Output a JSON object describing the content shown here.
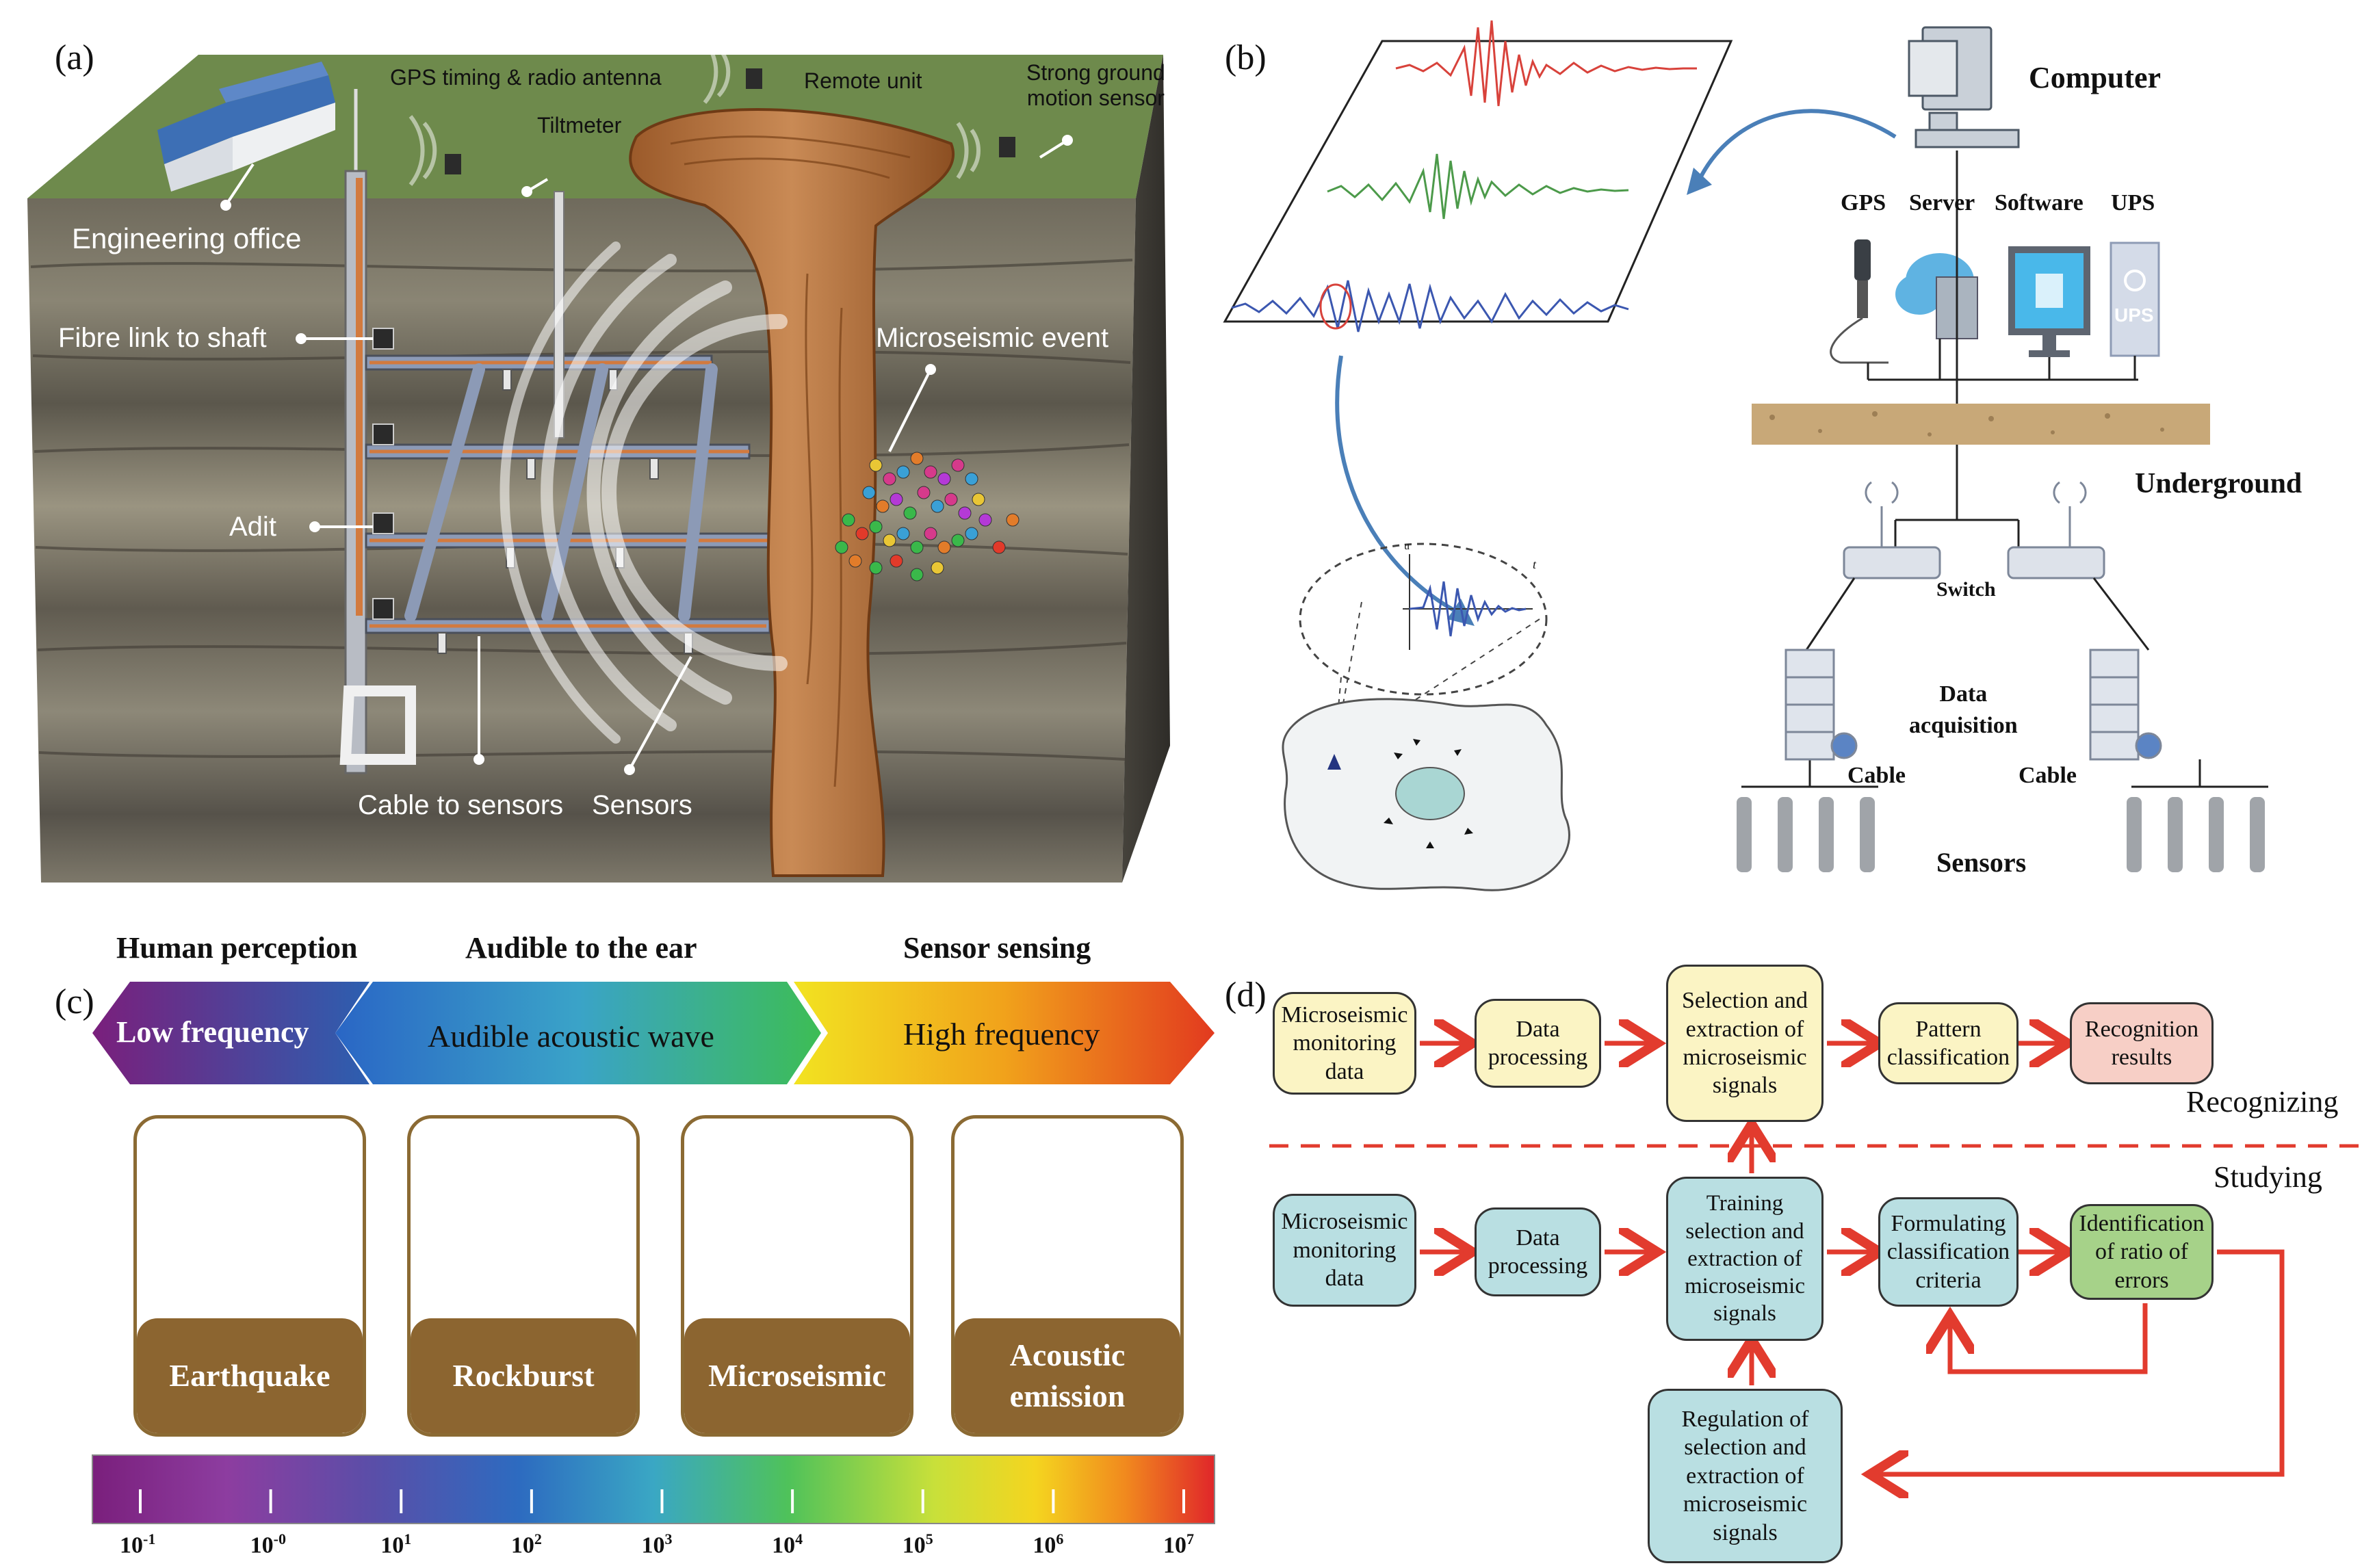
{
  "panel_a": {
    "letter": "(a)",
    "labels": {
      "gps": "GPS timing & radio antenna",
      "remote": "Remote unit",
      "strong": "Strong ground\nmotion sensor",
      "tilt": "Tiltmeter",
      "office": "Engineering office",
      "fibre": "Fibre link to shaft",
      "micro": "Microseismic event",
      "adit": "Adit",
      "cable": "Cable to sensors",
      "sensors": "Sensors"
    }
  },
  "panel_b": {
    "letter": "(b)",
    "computer": "Computer",
    "gps": "GPS",
    "server": "Server",
    "software": "Software",
    "ups": "UPS",
    "ups_badge": "UPS",
    "underground": "Underground",
    "switch": "Switch",
    "data_acq": "Data\nacquisition",
    "cable_left": "Cable",
    "cable_right": "Cable",
    "sensors": "Sensors",
    "wave_u": "u",
    "wave_t": "t"
  },
  "panel_c": {
    "letter": "(c)",
    "headers": [
      "Human perception",
      "Audible to the ear",
      "Sensor sensing"
    ],
    "bands": [
      "Low frequency",
      "Audible acoustic wave",
      "High frequency"
    ],
    "cards": [
      "Earthquake",
      "Rockburst",
      "Microseismic",
      "Acoustic\nemission"
    ],
    "ticks": [
      {
        "base": "10",
        "exp": "-1"
      },
      {
        "base": "10",
        "exp": "-0"
      },
      {
        "base": "10",
        "exp": "1"
      },
      {
        "base": "10",
        "exp": "2"
      },
      {
        "base": "10",
        "exp": "3"
      },
      {
        "base": "10",
        "exp": "4"
      },
      {
        "base": "10",
        "exp": "5"
      },
      {
        "base": "10",
        "exp": "6"
      },
      {
        "base": "10",
        "exp": "7"
      }
    ]
  },
  "panel_d": {
    "letter": "(d)",
    "recognizing": "Recognizing",
    "studying": "Studying",
    "top_row": [
      "Microseismic\nmonitoring\ndata",
      "Data\nprocessing",
      "Selection and\nextraction of\nmicroseismic\nsignals",
      "Pattern\nclassification",
      "Recognition\nresults"
    ],
    "bottom_row": [
      "Microseismic\nmonitoring\ndata",
      "Data\nprocessing",
      "Training\nselection and\nextraction of\nmicroseismic\nsignals",
      "Formulating\nclassification\ncriteria",
      "Identification\nof ratio of\nerrors"
    ],
    "regulation": "Regulation of\nselection and\nextraction of\nmicroseismic\nsignals"
  }
}
